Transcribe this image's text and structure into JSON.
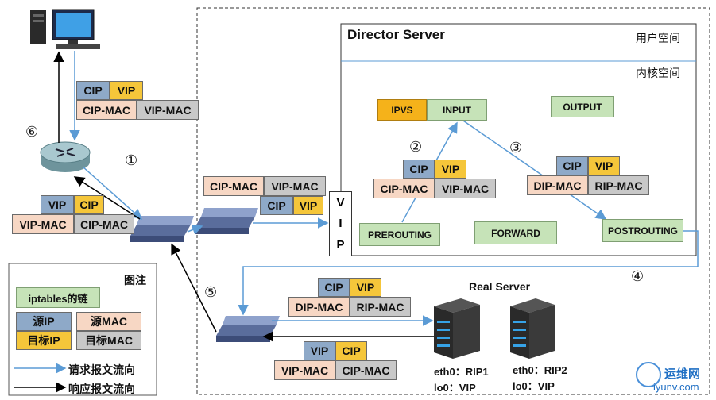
{
  "director": {
    "title": "Director Server",
    "user_space": "用户空间",
    "kernel_space": "内核空间"
  },
  "chains": {
    "ipvs": "IPVS",
    "input": "INPUT",
    "output": "OUTPUT",
    "prerouting": "PREROUTING",
    "forward": "FORWARD",
    "postrouting": "POSTROUTING"
  },
  "vip_label": [
    "V",
    "I",
    "P"
  ],
  "packets": {
    "client_in": {
      "src": "CIP",
      "dst": "VIP",
      "smac": "CIP-MAC",
      "dmac": "VIP-MAC"
    },
    "left_resp": {
      "src": "VIP",
      "dst": "CIP",
      "smac": "VIP-MAC",
      "dmac": "CIP-MAC"
    },
    "to_vip": {
      "smac": "CIP-MAC",
      "dmac": "VIP-MAC",
      "src": "CIP",
      "dst": "VIP"
    },
    "step2": {
      "src": "CIP",
      "dst": "VIP",
      "smac": "CIP-MAC",
      "dmac": "VIP-MAC"
    },
    "step3": {
      "src": "CIP",
      "dst": "VIP",
      "smac": "DIP-MAC",
      "dmac": "RIP-MAC"
    },
    "to_real": {
      "src": "CIP",
      "dst": "VIP",
      "smac": "DIP-MAC",
      "dmac": "RIP-MAC"
    },
    "from_real": {
      "src": "VIP",
      "dst": "CIP",
      "smac": "VIP-MAC",
      "dmac": "CIP-MAC"
    }
  },
  "steps": [
    "①",
    "②",
    "③",
    "④",
    "⑤",
    "⑥"
  ],
  "real_server": {
    "title": "Real Server",
    "rs1": {
      "eth0": "eth0：RIP1",
      "lo0": "lo0：VIP"
    },
    "rs2": {
      "eth0": "eth0：RIP2",
      "lo0": "lo0：VIP"
    }
  },
  "legend": {
    "title": "图注",
    "chain": "iptables的链",
    "src_ip": "源IP",
    "src_mac": "源MAC",
    "dst_ip": "目标IP",
    "dst_mac": "目标MAC",
    "request": "请求报文流向",
    "response": "响应报文流向"
  },
  "watermark": {
    "line1": "运维网",
    "line2": "iyunv.com"
  },
  "colors": {
    "src_ip": "#8ea9c8",
    "dst_ip": "#f5c63a",
    "src_mac": "#f7d7c4",
    "dst_mac": "#c8c8c8",
    "chain": "#c6e3b8",
    "ipvs": "#f5b21a",
    "request_arrow": "#5b9bd5",
    "response_arrow": "#000000"
  }
}
